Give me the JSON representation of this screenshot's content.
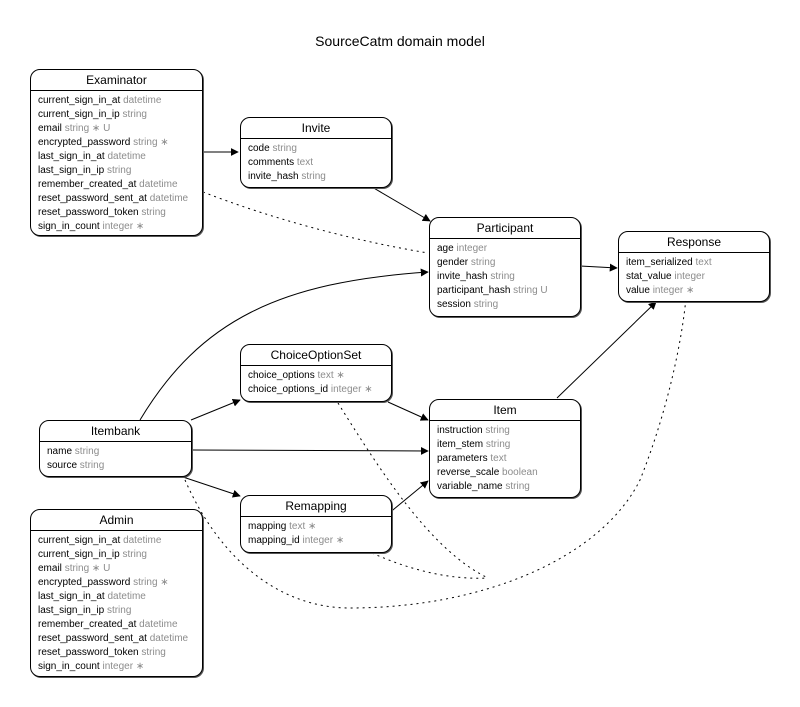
{
  "title": "SourceCatm domain model",
  "entities": {
    "examinator": {
      "name": "Examinator",
      "attrs": [
        {
          "name": "current_sign_in_at",
          "type": "datetime"
        },
        {
          "name": "current_sign_in_ip",
          "type": "string"
        },
        {
          "name": "email",
          "type": "string ∗ U"
        },
        {
          "name": "encrypted_password",
          "type": "string ∗"
        },
        {
          "name": "last_sign_in_at",
          "type": "datetime"
        },
        {
          "name": "last_sign_in_ip",
          "type": "string"
        },
        {
          "name": "remember_created_at",
          "type": "datetime"
        },
        {
          "name": "reset_password_sent_at",
          "type": "datetime"
        },
        {
          "name": "reset_password_token",
          "type": "string"
        },
        {
          "name": "sign_in_count",
          "type": "integer ∗"
        }
      ]
    },
    "invite": {
      "name": "Invite",
      "attrs": [
        {
          "name": "code",
          "type": "string"
        },
        {
          "name": "comments",
          "type": "text"
        },
        {
          "name": "invite_hash",
          "type": "string"
        }
      ]
    },
    "participant": {
      "name": "Participant",
      "attrs": [
        {
          "name": "age",
          "type": "integer"
        },
        {
          "name": "gender",
          "type": "string"
        },
        {
          "name": "invite_hash",
          "type": "string"
        },
        {
          "name": "participant_hash",
          "type": "string U"
        },
        {
          "name": "session",
          "type": "string"
        }
      ]
    },
    "response": {
      "name": "Response",
      "attrs": [
        {
          "name": "item_serialized",
          "type": "text"
        },
        {
          "name": "stat_value",
          "type": "integer"
        },
        {
          "name": "value",
          "type": "integer ∗"
        }
      ]
    },
    "choiceoptionset": {
      "name": "ChoiceOptionSet",
      "attrs": [
        {
          "name": "choice_options",
          "type": "text ∗"
        },
        {
          "name": "choice_options_id",
          "type": "integer ∗"
        }
      ]
    },
    "itembank": {
      "name": "Itembank",
      "attrs": [
        {
          "name": "name",
          "type": "string"
        },
        {
          "name": "source",
          "type": "string"
        }
      ]
    },
    "item": {
      "name": "Item",
      "attrs": [
        {
          "name": "instruction",
          "type": "string"
        },
        {
          "name": "item_stem",
          "type": "string"
        },
        {
          "name": "parameters",
          "type": "text"
        },
        {
          "name": "reverse_scale",
          "type": "boolean"
        },
        {
          "name": "variable_name",
          "type": "string"
        }
      ]
    },
    "remapping": {
      "name": "Remapping",
      "attrs": [
        {
          "name": "mapping",
          "type": "text ∗"
        },
        {
          "name": "mapping_id",
          "type": "integer ∗"
        }
      ]
    },
    "admin": {
      "name": "Admin",
      "attrs": [
        {
          "name": "current_sign_in_at",
          "type": "datetime"
        },
        {
          "name": "current_sign_in_ip",
          "type": "string"
        },
        {
          "name": "email",
          "type": "string ∗ U"
        },
        {
          "name": "encrypted_password",
          "type": "string ∗"
        },
        {
          "name": "last_sign_in_at",
          "type": "datetime"
        },
        {
          "name": "last_sign_in_ip",
          "type": "string"
        },
        {
          "name": "remember_created_at",
          "type": "datetime"
        },
        {
          "name": "reset_password_sent_at",
          "type": "datetime"
        },
        {
          "name": "reset_password_token",
          "type": "string"
        },
        {
          "name": "sign_in_count",
          "type": "integer ∗"
        }
      ]
    }
  },
  "relations": [
    {
      "from": "Examinator",
      "to": "Invite",
      "style": "solid"
    },
    {
      "from": "Examinator",
      "to": "Participant",
      "style": "dotted"
    },
    {
      "from": "Invite",
      "to": "Participant",
      "style": "solid"
    },
    {
      "from": "Participant",
      "to": "Response",
      "style": "solid"
    },
    {
      "from": "Itembank",
      "to": "Participant",
      "style": "solid"
    },
    {
      "from": "Itembank",
      "to": "ChoiceOptionSet",
      "style": "solid"
    },
    {
      "from": "Itembank",
      "to": "Item",
      "style": "solid"
    },
    {
      "from": "Itembank",
      "to": "Remapping",
      "style": "solid"
    },
    {
      "from": "ChoiceOptionSet",
      "to": "Item",
      "style": "solid"
    },
    {
      "from": "Remapping",
      "to": "Item",
      "style": "solid"
    },
    {
      "from": "Item",
      "to": "Response",
      "style": "solid"
    },
    {
      "from": "Itembank",
      "to": "Response",
      "style": "dotted"
    },
    {
      "from": "ChoiceOptionSet",
      "to": "Response",
      "style": "dotted"
    },
    {
      "from": "Remapping",
      "to": "Response",
      "style": "dotted"
    }
  ]
}
